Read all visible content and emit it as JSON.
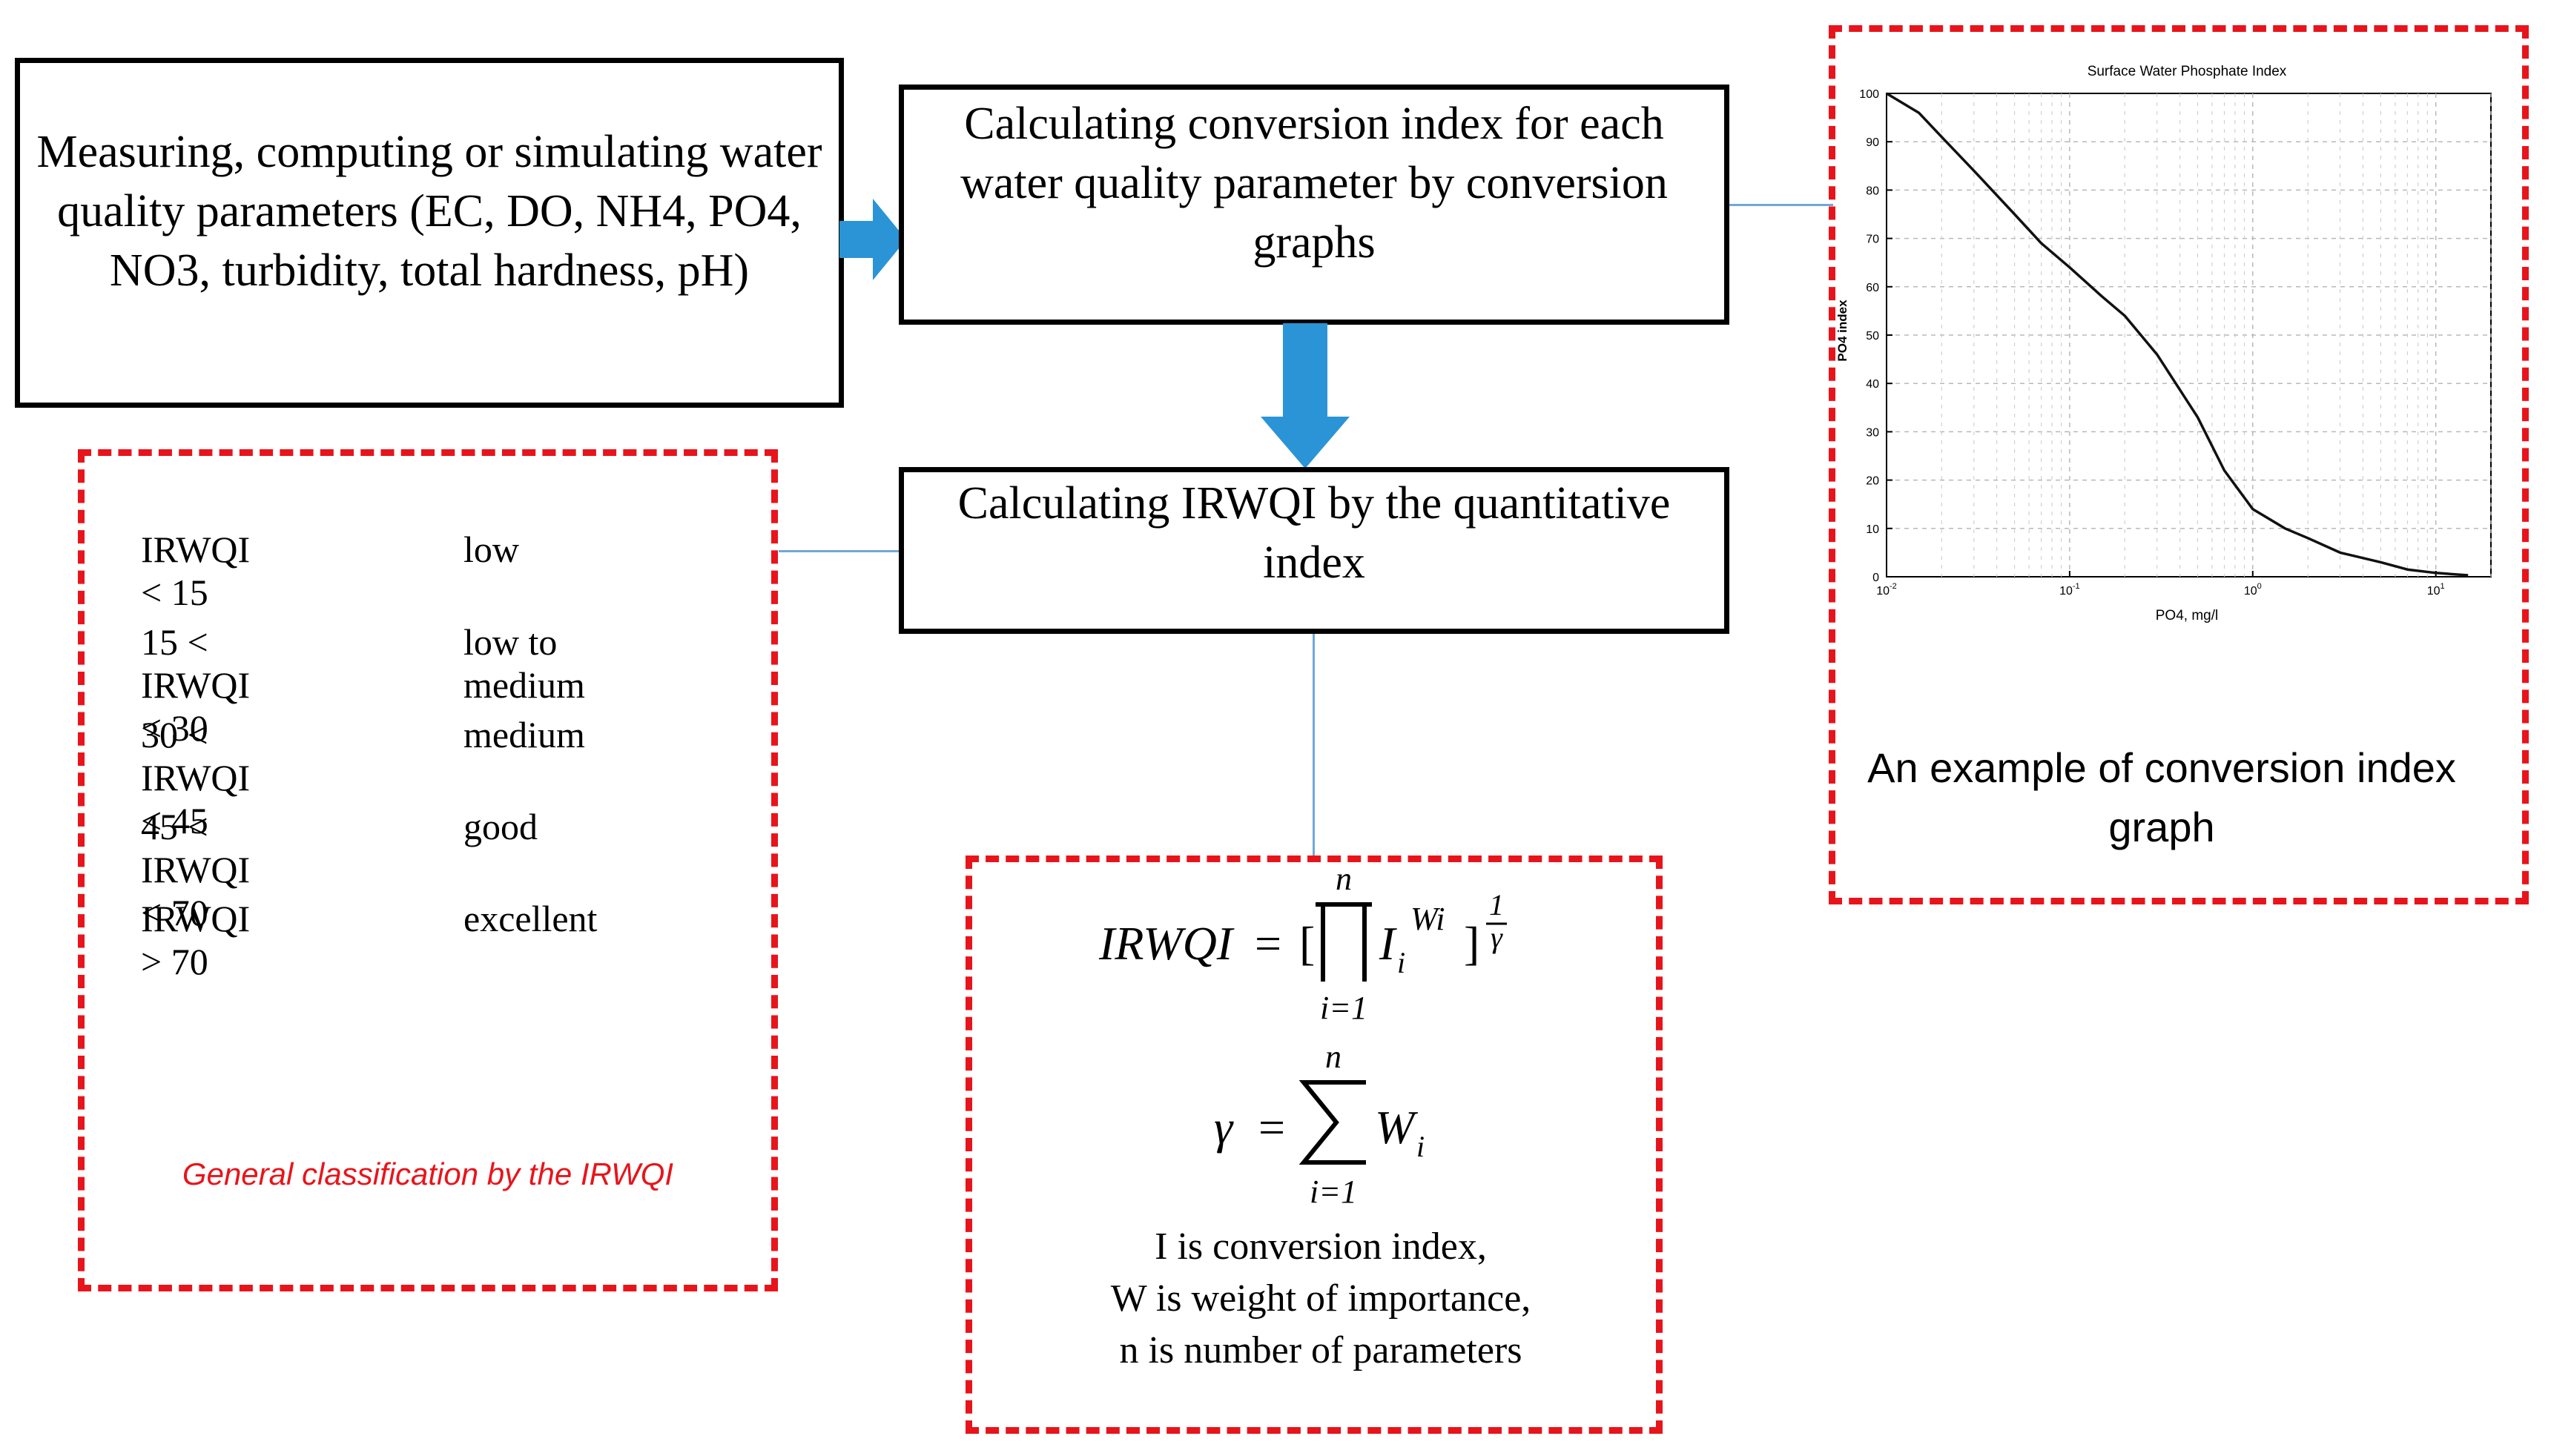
{
  "flow": {
    "box_measure": "Measuring, computing or simulating water quality parameters (EC, DO, NH4, PO4, NO3, turbidity, total hardness, pH)",
    "box_conversion": "Calculating conversion index for each water quality parameter by conversion graphs",
    "box_irwqi": "Calculating IRWQI by the quantitative index"
  },
  "classification": {
    "rows": [
      {
        "range": "IRWQI < 15",
        "label": "low"
      },
      {
        "range": "15 < IRWQI < 30",
        "label": "low to medium"
      },
      {
        "range": "30 < IRWQI < 45",
        "label": "medium"
      },
      {
        "range": "45 < IRWQI < 70",
        "label": "good"
      },
      {
        "range": "IRWQI > 70",
        "label": "excellent"
      }
    ],
    "caption": "General classification by the IRWQI"
  },
  "formula": {
    "lhs": "IRWQI",
    "product_top": "n",
    "product_bottom": "i=1",
    "gamma": "γ",
    "sum_top": "n",
    "sum_bottom": "i=1",
    "note_lines": [
      "I is conversion index,",
      "W is weight of importance,",
      "n is number of parameters"
    ]
  },
  "example": {
    "caption": "An example of conversion index graph",
    "chart_data": {
      "type": "line",
      "title": "Surface Water Phosphate Index",
      "xlabel": "PO4, mg/l",
      "ylabel": "PO4 index",
      "x_scale": "log",
      "xlim": [
        0.01,
        20
      ],
      "ylim": [
        0,
        100
      ],
      "yticks": [
        "0",
        "10",
        "20",
        "30",
        "40",
        "50",
        "60",
        "70",
        "80",
        "90",
        "100"
      ],
      "xticks": [
        {
          "base": "10",
          "exp": "-2"
        },
        {
          "base": "10",
          "exp": "-1"
        },
        {
          "base": "10",
          "exp": "0"
        },
        {
          "base": "10",
          "exp": "1"
        }
      ],
      "grid": true,
      "series": [
        {
          "x": [
            0.01,
            0.015,
            0.02,
            0.03,
            0.05,
            0.07,
            0.1,
            0.15,
            0.2,
            0.3,
            0.5,
            0.7,
            1,
            1.5,
            2,
            3,
            5,
            7,
            10,
            15
          ],
          "y": [
            100,
            96,
            91,
            84,
            75,
            69,
            64,
            58,
            54,
            46,
            33,
            22,
            14,
            10,
            8,
            5,
            3,
            1.5,
            0.8,
            0.3
          ]
        }
      ]
    }
  },
  "colors": {
    "accent_red": "#e8141b",
    "arrow_blue": "#2a94d6",
    "connector_blue": "#6fa8d8"
  }
}
